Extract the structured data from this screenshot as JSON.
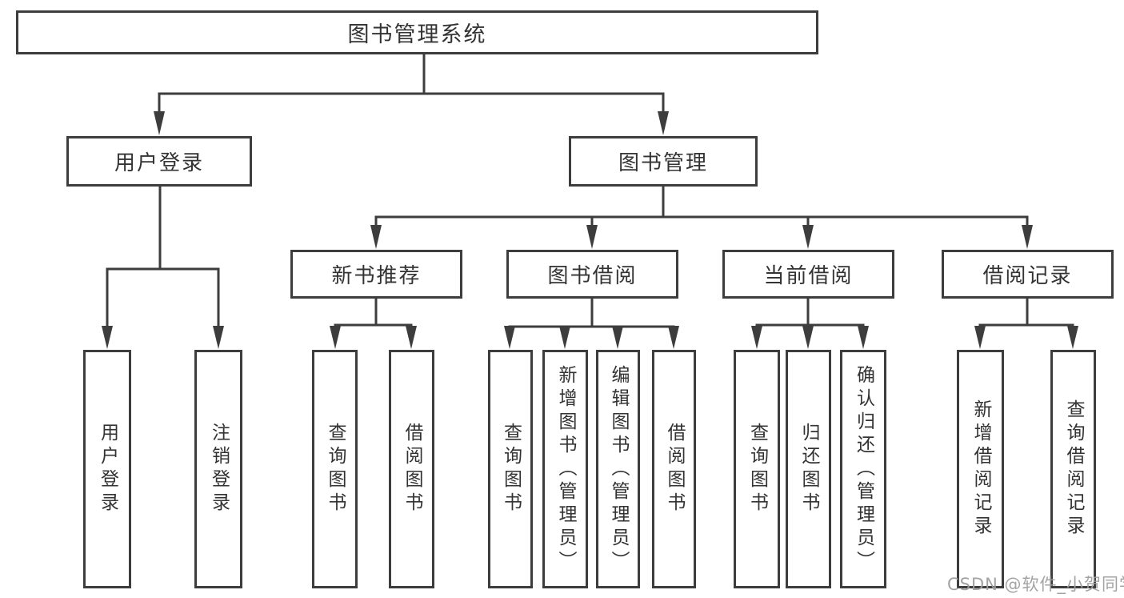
{
  "diagram_type": "hierarchy-tree",
  "hierarchy": {
    "label": "图书管理系统",
    "children": [
      {
        "label": "用户登录",
        "children": [
          {
            "label": "用户登录"
          },
          {
            "label": "注销登录"
          }
        ]
      },
      {
        "label": "图书管理",
        "children": [
          {
            "label": "新书推荐",
            "children": [
              {
                "label": "查询图书"
              },
              {
                "label": "借阅图书"
              }
            ]
          },
          {
            "label": "图书借阅",
            "children": [
              {
                "label": "查询图书"
              },
              {
                "label": "新增图书（管理员）"
              },
              {
                "label": "编辑图书（管理员）"
              },
              {
                "label": "借阅图书"
              }
            ]
          },
          {
            "label": "当前借阅",
            "children": [
              {
                "label": "查询图书"
              },
              {
                "label": "归还图书"
              },
              {
                "label": "确认归还（管理员）"
              }
            ]
          },
          {
            "label": "借阅记录",
            "children": [
              {
                "label": "新增借阅记录"
              },
              {
                "label": "查询借阅记录"
              }
            ]
          }
        ]
      }
    ]
  },
  "watermark": {
    "text": "CSDN @软件_小贺同学"
  },
  "colors": {
    "line": "#3d3d3d",
    "box_border": "#3d3d3d",
    "box_fill": "#ffffff",
    "text": "#333333",
    "watermark": "#9e9e9e",
    "background": "#ffffff"
  }
}
